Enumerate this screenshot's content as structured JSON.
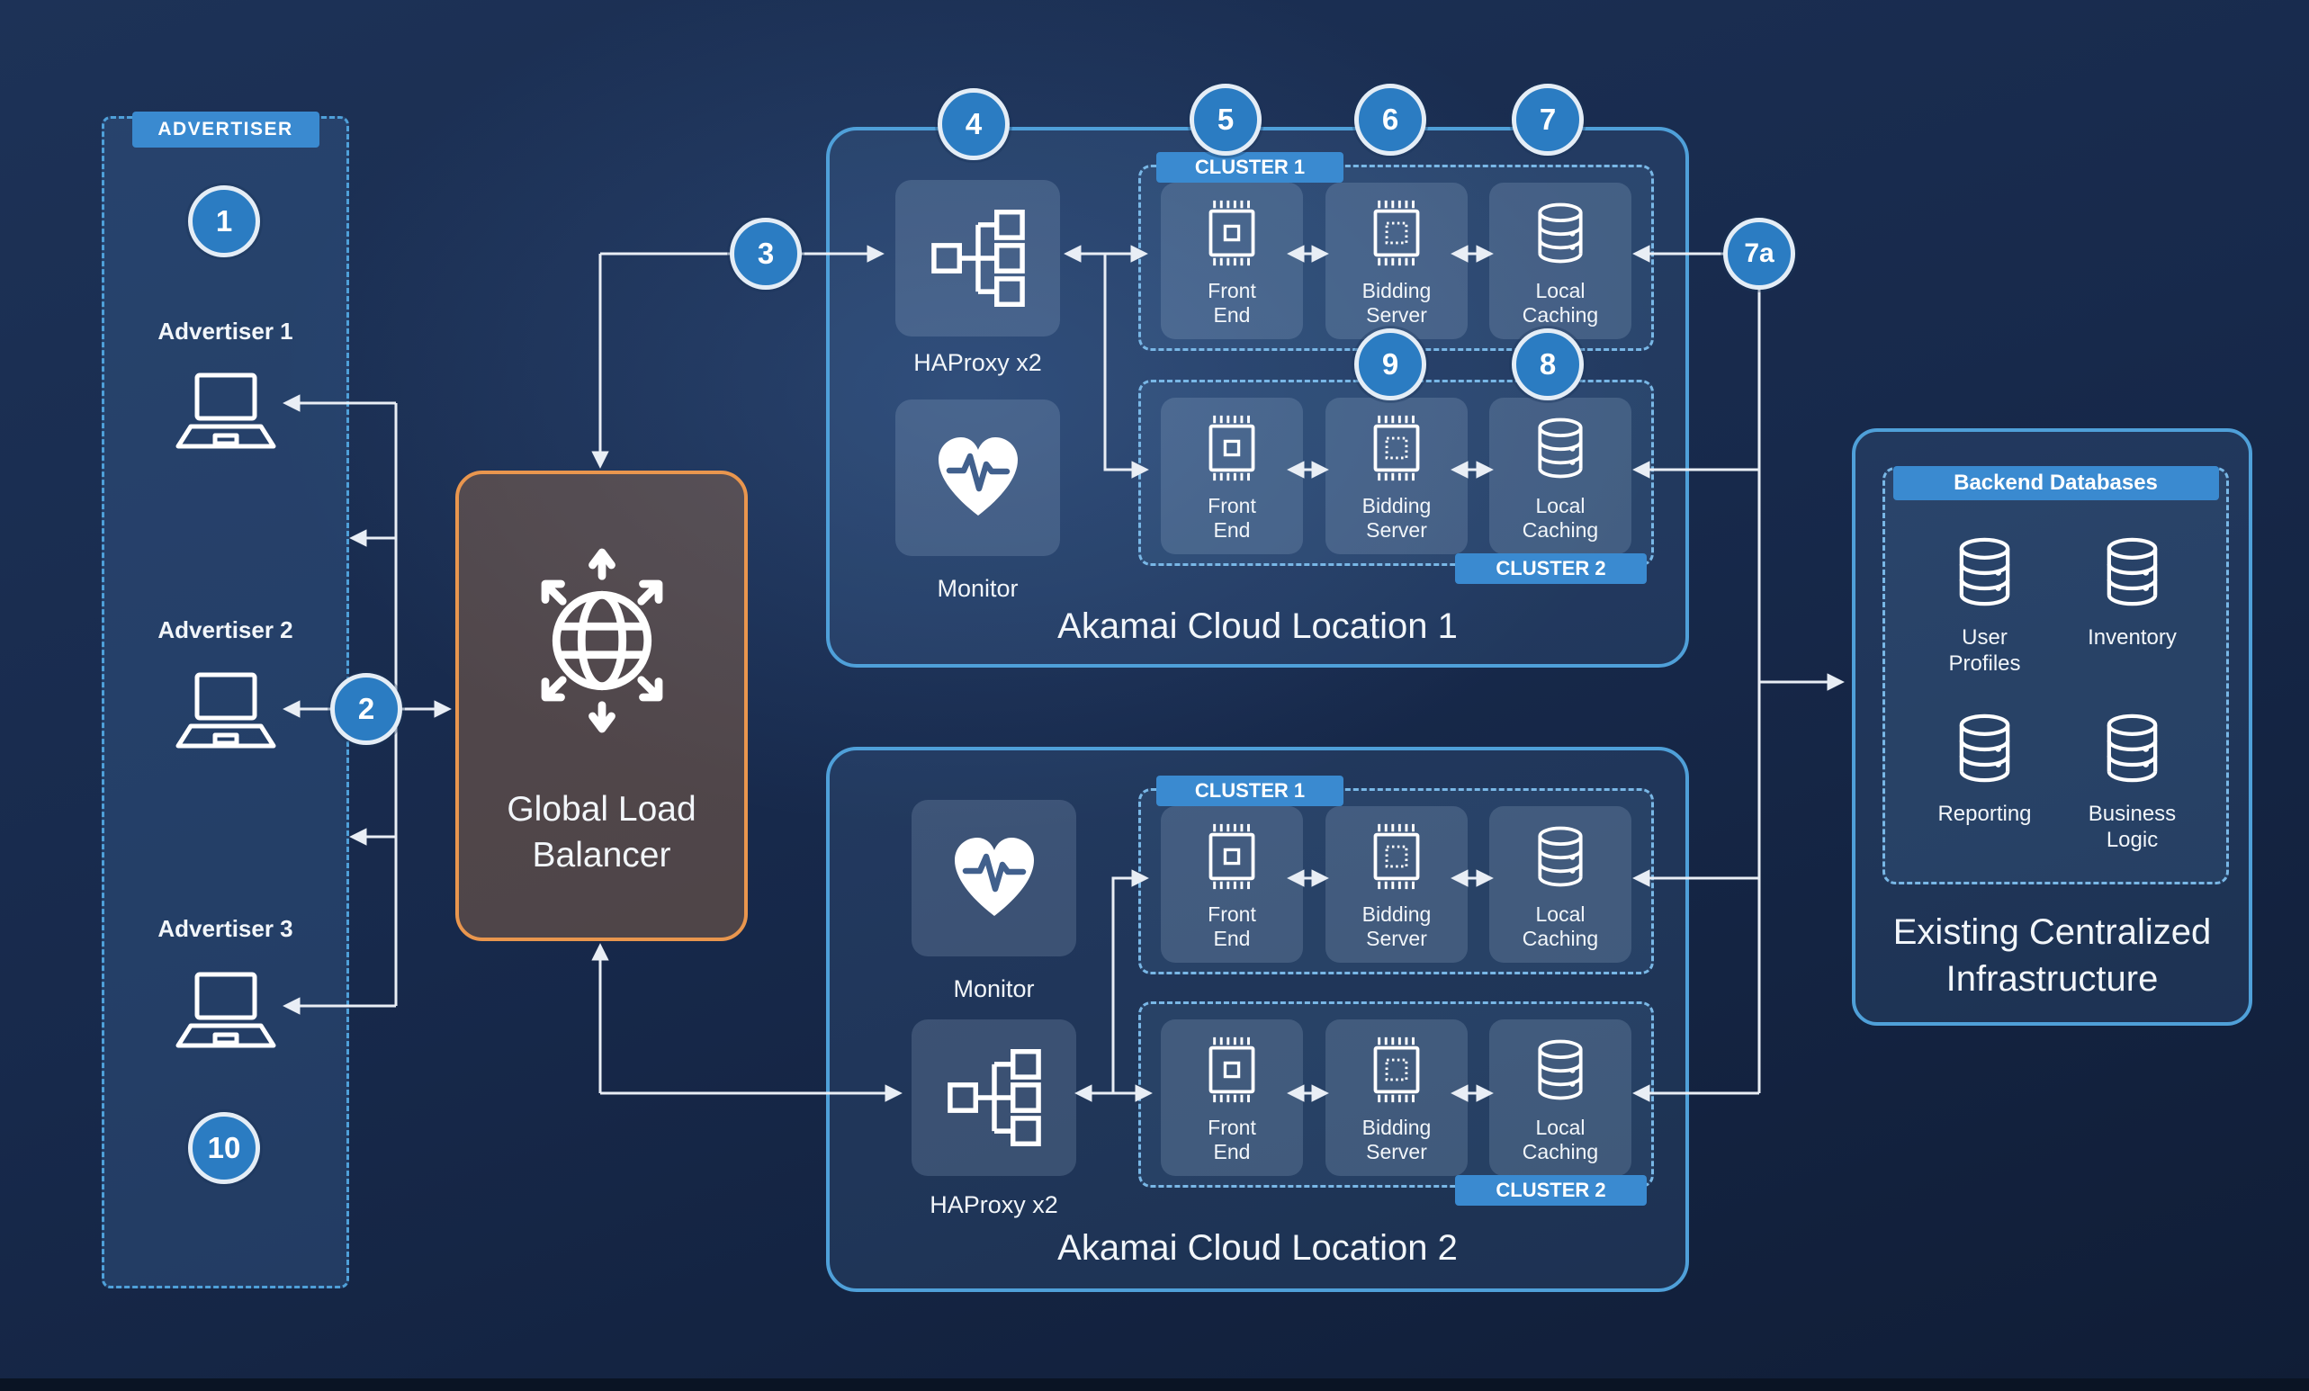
{
  "colors": {
    "accent_blue": "#4fa0d9",
    "badge_fill": "#2b7cc2",
    "badge_ring": "#e4edf6",
    "label_tab_fill": "#3a8ad0",
    "glb_border": "#e9964e",
    "arrow": "#e9eef5",
    "text": "#f2f6fa"
  },
  "badges": {
    "b1": "1",
    "b2": "2",
    "b3": "3",
    "b4": "4",
    "b5": "5",
    "b6": "6",
    "b7": "7",
    "b7a": "7a",
    "b8": "8",
    "b9": "9",
    "b10": "10"
  },
  "advertiser_panel": {
    "label": "ADVERTISER",
    "items": [
      {
        "label": "Advertiser 1",
        "icon": "laptop-icon"
      },
      {
        "label": "Advertiser 2",
        "icon": "laptop-icon"
      },
      {
        "label": "Advertiser 3",
        "icon": "laptop-icon"
      }
    ]
  },
  "load_balancer": {
    "label": "Global Load Balancer",
    "icon": "globe-distribution-icon"
  },
  "location1": {
    "title": "Akamai Cloud Location 1",
    "haproxy": {
      "label": "HAProxy x2",
      "icon": "proxy-branch-icon"
    },
    "monitor": {
      "label": "Monitor",
      "icon": "heartbeat-icon"
    },
    "cluster1": {
      "label": "CLUSTER 1",
      "cards": [
        {
          "label": "Front End",
          "icon": "chip-icon"
        },
        {
          "label": "Bidding Server",
          "icon": "chip-icon"
        },
        {
          "label": "Local Caching",
          "icon": "database-icon"
        }
      ]
    },
    "cluster2": {
      "label": "CLUSTER 2",
      "cards": [
        {
          "label": "Front End",
          "icon": "chip-icon"
        },
        {
          "label": "Bidding Server",
          "icon": "chip-icon"
        },
        {
          "label": "Local Caching",
          "icon": "database-icon"
        }
      ]
    }
  },
  "location2": {
    "title": "Akamai Cloud Location 2",
    "haproxy": {
      "label": "HAProxy x2",
      "icon": "proxy-branch-icon"
    },
    "monitor": {
      "label": "Monitor",
      "icon": "heartbeat-icon"
    },
    "cluster1": {
      "label": "CLUSTER 1",
      "cards": [
        {
          "label": "Front End",
          "icon": "chip-icon"
        },
        {
          "label": "Bidding Server",
          "icon": "chip-icon"
        },
        {
          "label": "Local Caching",
          "icon": "database-icon"
        }
      ]
    },
    "cluster2": {
      "label": "CLUSTER 2",
      "cards": [
        {
          "label": "Front End",
          "icon": "chip-icon"
        },
        {
          "label": "Bidding Server",
          "icon": "chip-icon"
        },
        {
          "label": "Local Caching",
          "icon": "database-icon"
        }
      ]
    }
  },
  "infrastructure": {
    "title": "Existing Centralized Infrastructure",
    "db_group_label": "Backend Databases",
    "databases": [
      {
        "label": "User Profiles",
        "icon": "database-icon"
      },
      {
        "label": "Inventory",
        "icon": "database-icon"
      },
      {
        "label": "Reporting",
        "icon": "database-icon"
      },
      {
        "label": "Business Logic",
        "icon": "database-icon"
      }
    ]
  }
}
